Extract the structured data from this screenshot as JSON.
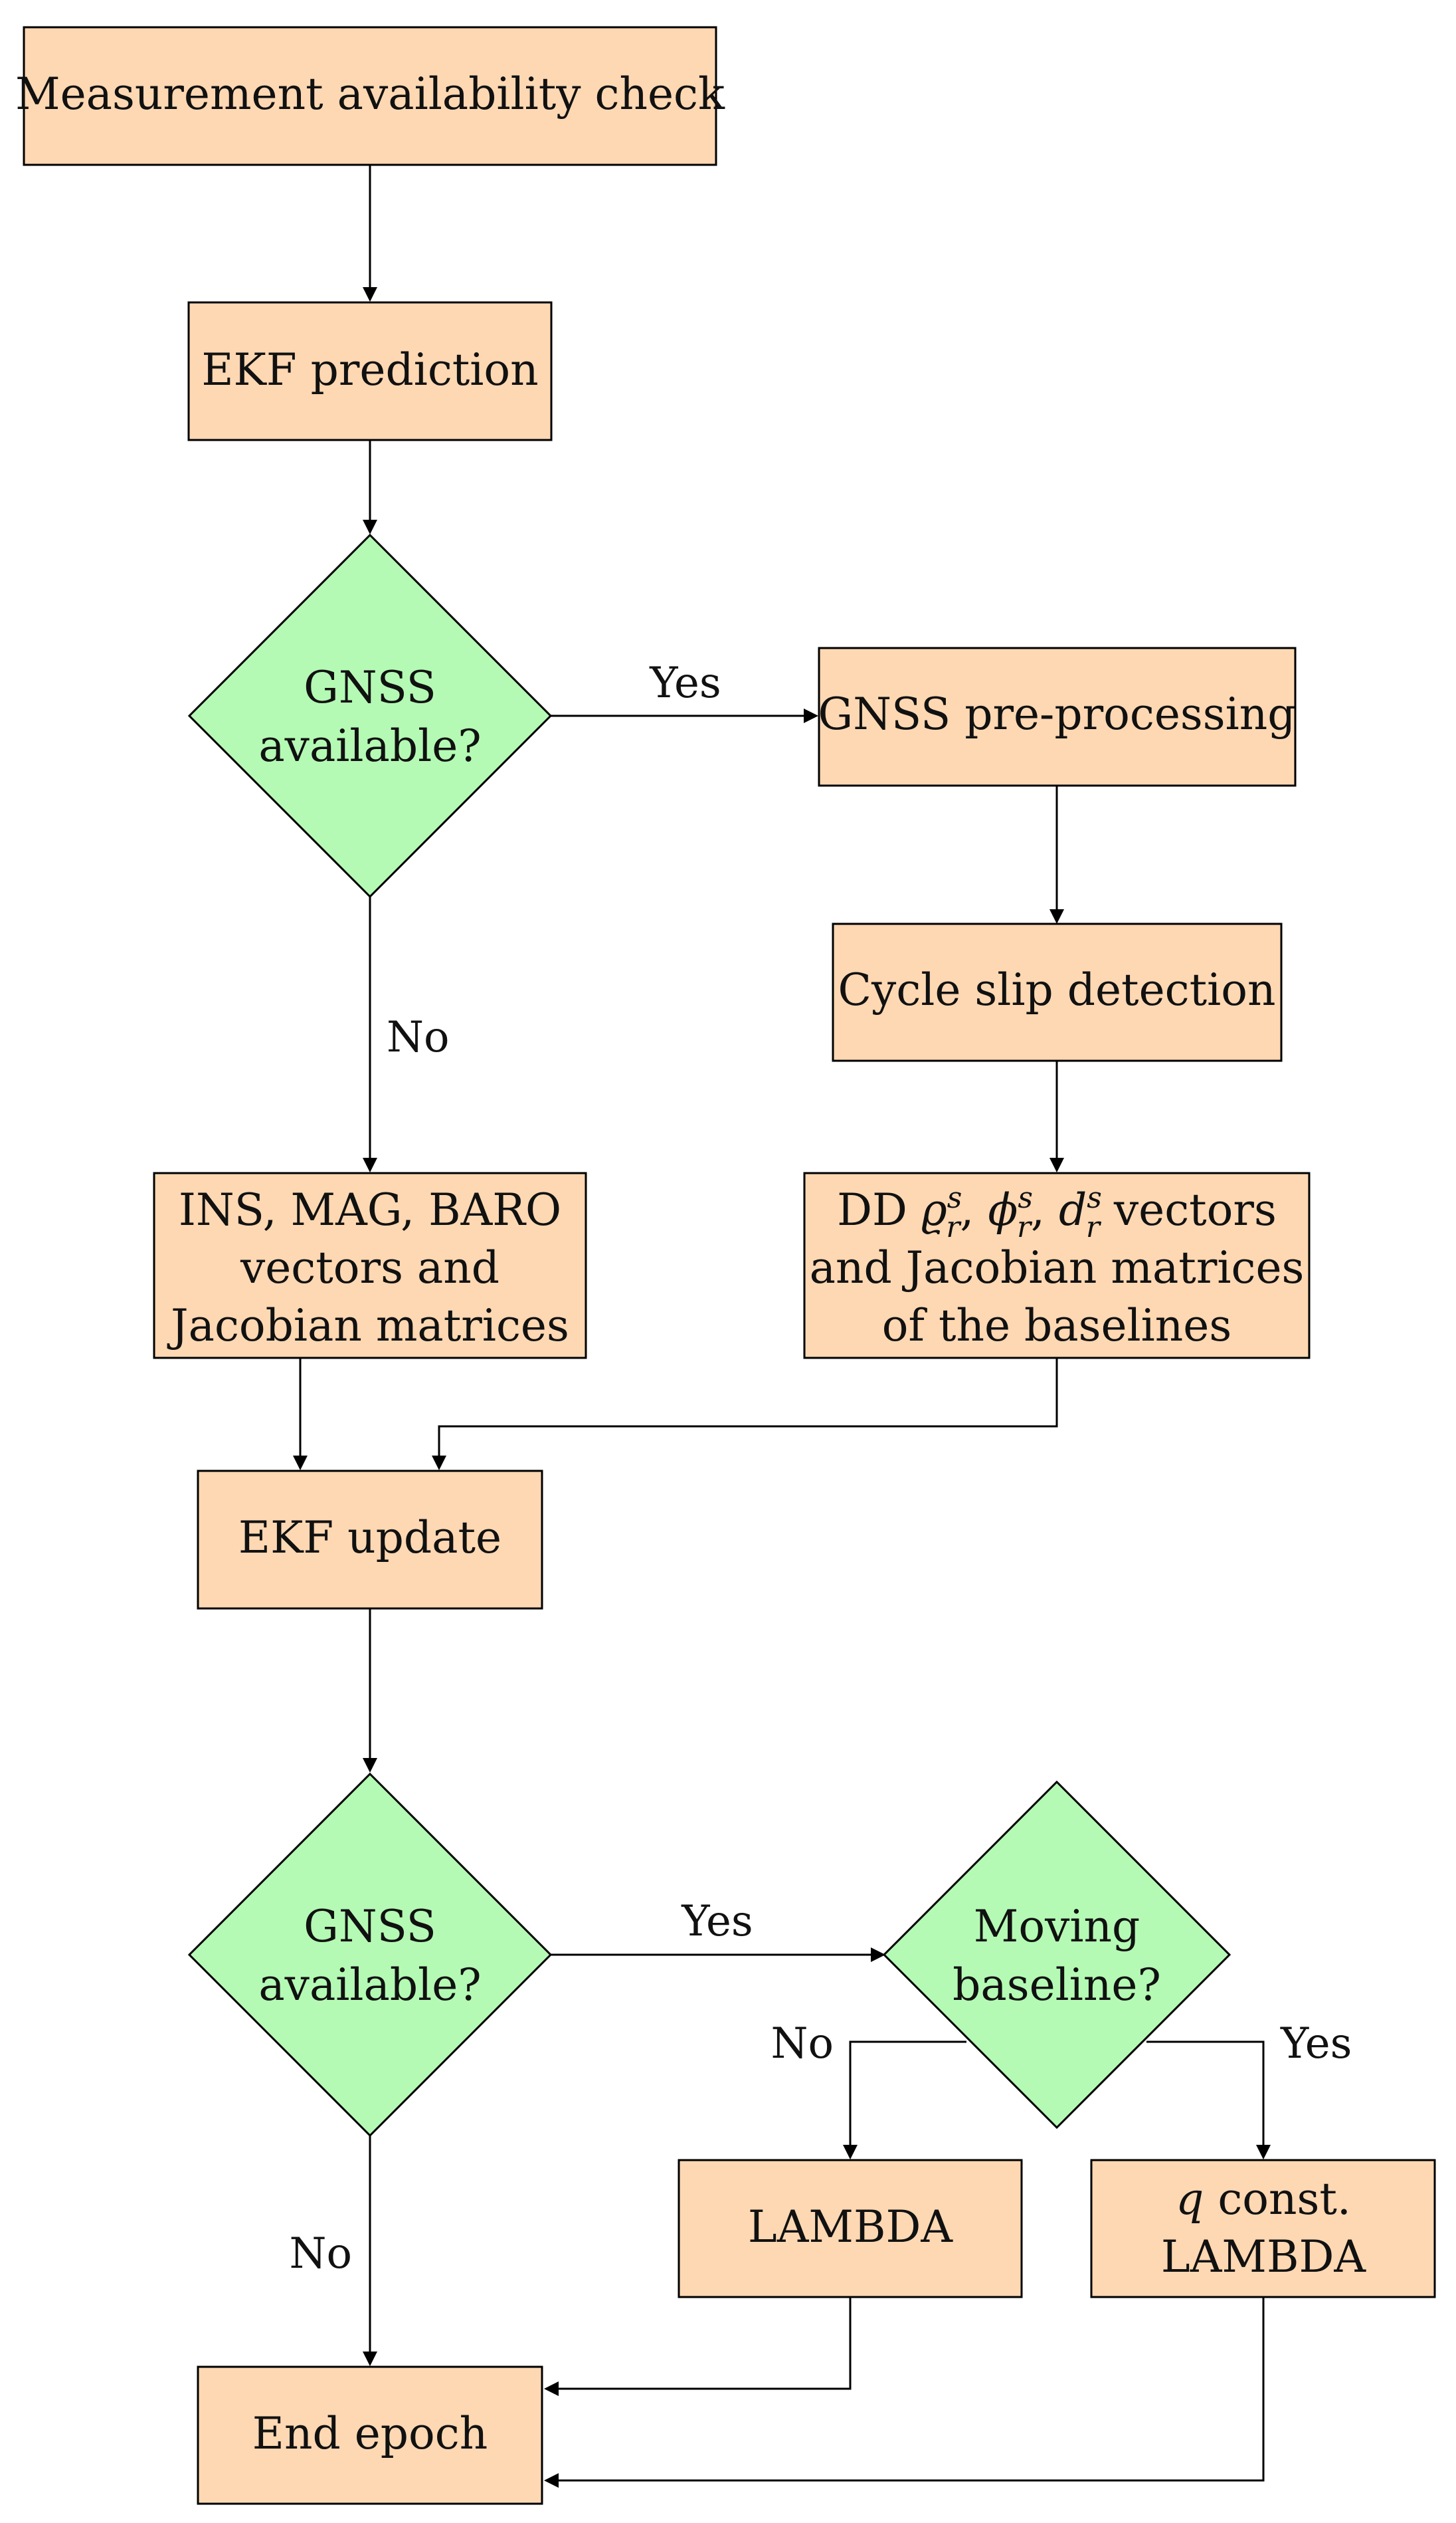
{
  "nodes": {
    "availability_check": "Measurement availability check",
    "ekf_prediction": "EKF prediction",
    "gnss_available_1": [
      "GNSS",
      "available?"
    ],
    "gnss_preprocessing": "GNSS pre-processing",
    "cycle_slip": "Cycle slip detection",
    "ins_mag_baro": [
      "INS, MAG, BARO",
      "vectors and",
      "Jacobian matrices"
    ],
    "dd_vectors": {
      "line1": {
        "prefix": "DD ",
        "rho": "ϱ",
        "phi": "ϕ",
        "d": "d",
        "sup": "s",
        "sub": "r",
        "sep": ", ",
        "suffix": " vectors"
      },
      "line2": "and Jacobian matrices",
      "line3": "of the baselines"
    },
    "ekf_update": "EKF update",
    "gnss_available_2": [
      "GNSS",
      "available?"
    ],
    "moving_baseline": [
      "Moving",
      "baseline?"
    ],
    "lambda": "LAMBDA",
    "q_const_lambda": {
      "var": "q",
      "rest": " const.",
      "line2": "LAMBDA"
    },
    "end_epoch": "End epoch"
  },
  "edge_labels": {
    "gnss1_yes": "Yes",
    "gnss1_no": "No",
    "gnss2_yes": "Yes",
    "gnss2_no": "No",
    "moving_no": "No",
    "moving_yes": "Yes"
  },
  "colors": {
    "process_fill": "#fdd8b3",
    "decision_fill": "#b4fab4",
    "stroke": "#000000"
  }
}
